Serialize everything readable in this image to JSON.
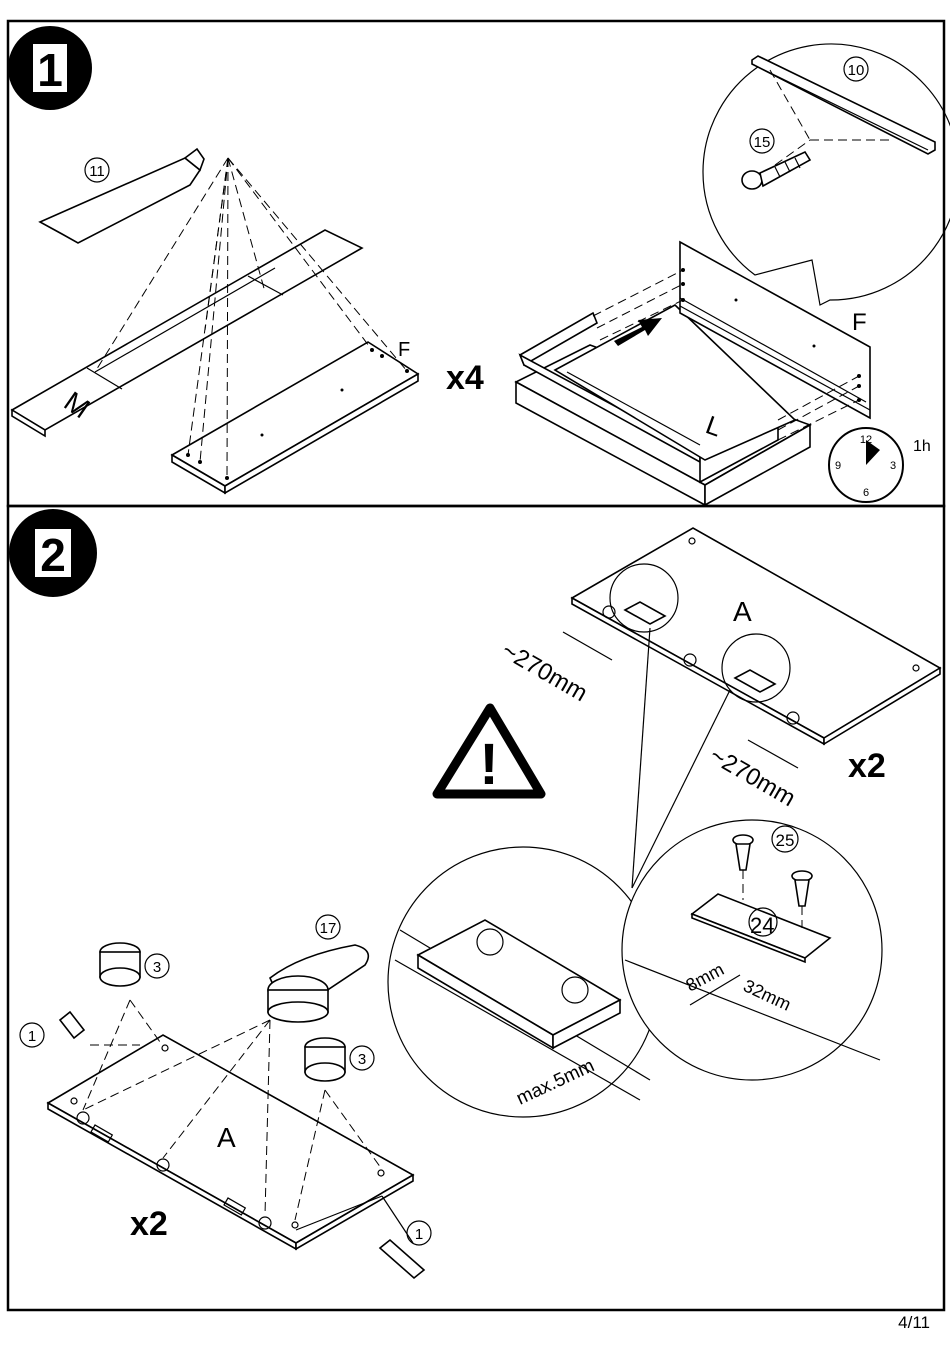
{
  "page_number": "4/11",
  "steps": [
    {
      "number": "1",
      "multiplier": "x4",
      "time": "1h",
      "part_labels": {
        "m": "M",
        "f_small": "F",
        "f_large": "F",
        "l": "L"
      },
      "callouts": {
        "glue": "11",
        "strip": "10",
        "screw": "15"
      },
      "clock_numbers": {
        "n12": "12",
        "n3": "3",
        "n6": "6",
        "n9": "9"
      }
    },
    {
      "number": "2",
      "multiplier_top": "x2",
      "multiplier_bottom": "x2",
      "part_labels": {
        "a_top": "A",
        "a_bottom": "A"
      },
      "callouts": {
        "screw": "25",
        "plate": "24",
        "cam": "17",
        "dowel_left": "1",
        "dowel_right": "1",
        "cam_nut_left": "3",
        "cam_nut_right": "3"
      },
      "dimensions": {
        "d1": "~270mm",
        "d2": "~270mm",
        "d3": "8mm",
        "d4": "32mm",
        "d5": "max.5mm"
      },
      "warning_glyph": "!"
    }
  ]
}
